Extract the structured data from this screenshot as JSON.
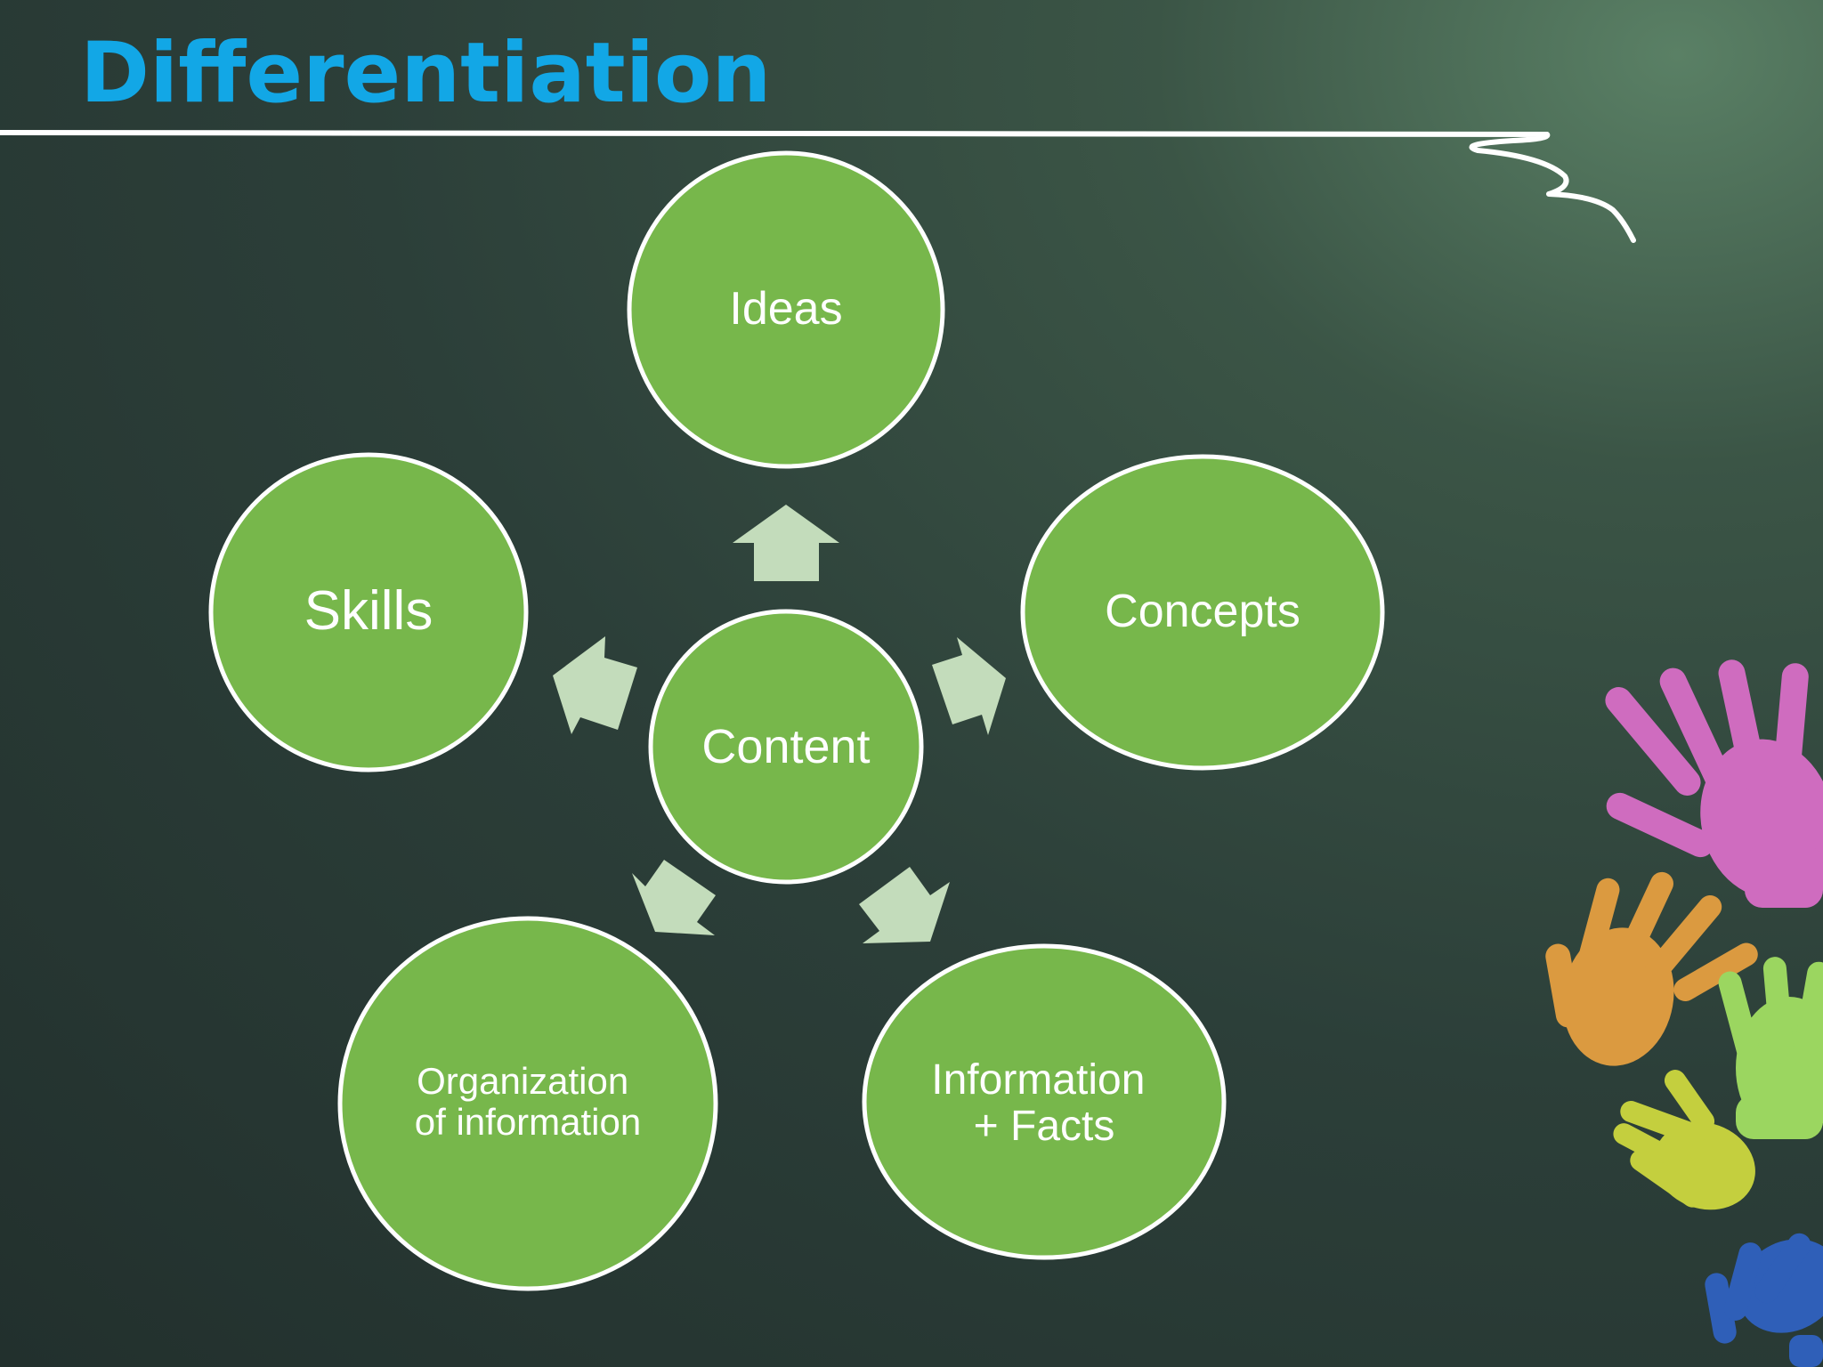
{
  "title": "Differentiation",
  "colors": {
    "title": "#12a7e6",
    "node_fill": "#77b74b",
    "node_stroke": "#ffffff",
    "arrow_fill": "#c3dcbb",
    "underline": "#ffffff"
  },
  "diagram": {
    "type": "radial-cycle",
    "center": {
      "label": "Content"
    },
    "nodes": [
      {
        "id": "ideas",
        "lines": [
          "Ideas"
        ]
      },
      {
        "id": "concepts",
        "lines": [
          "Concepts"
        ]
      },
      {
        "id": "information-facts",
        "lines": [
          "Information",
          "+ Facts"
        ]
      },
      {
        "id": "organization",
        "lines": [
          "Organization",
          "of information"
        ]
      },
      {
        "id": "skills",
        "lines": [
          "Skills"
        ]
      }
    ]
  },
  "decorations": {
    "hand_prints": [
      "pink",
      "orange",
      "light-green",
      "yellow-green",
      "blue"
    ]
  }
}
